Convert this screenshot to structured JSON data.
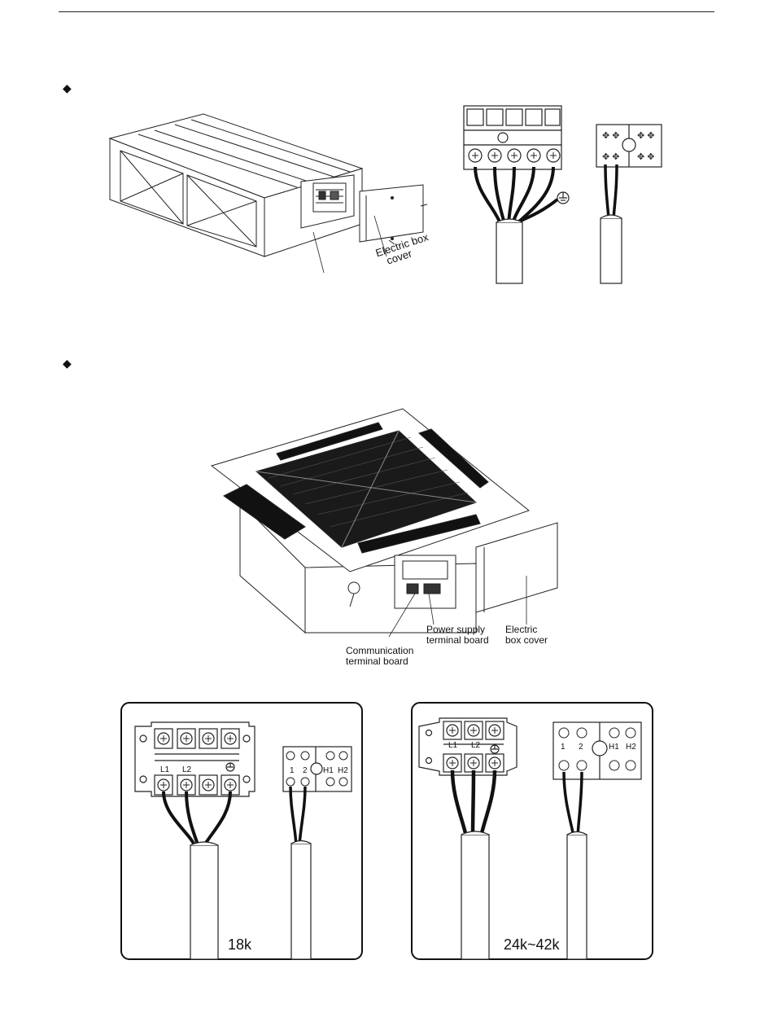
{
  "bullets": [
    "◆",
    "◆"
  ],
  "duct_unit": {
    "cover_label_line1": "Electric box",
    "cover_label_line2": "cover"
  },
  "cassette_unit": {
    "power_label_line1": "Power supply",
    "power_label_line2": "terminal board",
    "comm_label_line1": "Communication",
    "comm_label_line2": "terminal board",
    "cover_label_line1": "Electric",
    "cover_label_line2": "box cover"
  },
  "panel_18k": {
    "caption": "18k",
    "power_terminals": [
      "L1",
      "L2"
    ],
    "comm_terminals": [
      "1",
      "2",
      "H1",
      "H2"
    ]
  },
  "panel_24k": {
    "caption": "24k~42k",
    "power_terminals": [
      "L1",
      "L2"
    ],
    "comm_terminals": [
      "1",
      "2",
      "H1",
      "H2"
    ]
  }
}
